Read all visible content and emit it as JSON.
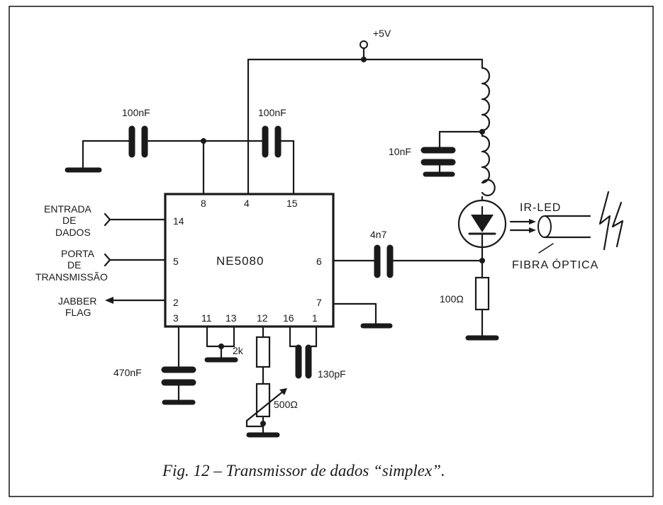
{
  "supply": "+5V",
  "ic": {
    "name": "NE5080",
    "pins": {
      "p8": "8",
      "p4": "4",
      "p15": "15",
      "p14": "14",
      "p5": "5",
      "p6": "6",
      "p2": "2",
      "p7": "7",
      "p3": "3",
      "p11": "11",
      "p13": "13",
      "p12": "12",
      "p16": "16",
      "p1": "1"
    }
  },
  "components": {
    "c_left_top": "100nF",
    "c_mid_top": "100nF",
    "c_bypass": "10nF",
    "c_couple": "4n7",
    "r_led": "100Ω",
    "c_pin3": "470nF",
    "r_pin11": "2k",
    "c_timing": "130pF",
    "pot": "500Ω"
  },
  "labels": {
    "data_in": [
      "ENTRADA",
      "DE",
      "DADOS"
    ],
    "tx_gate": [
      "PORTA",
      "DE",
      "TRANSMISSÃO"
    ],
    "jabber": [
      "JABBER",
      "FLAG"
    ],
    "ir_led": "IR-LED",
    "fiber": "FIBRA ÓPTICA"
  },
  "caption": "Fig. 12 – Transmissor de dados “simplex”."
}
